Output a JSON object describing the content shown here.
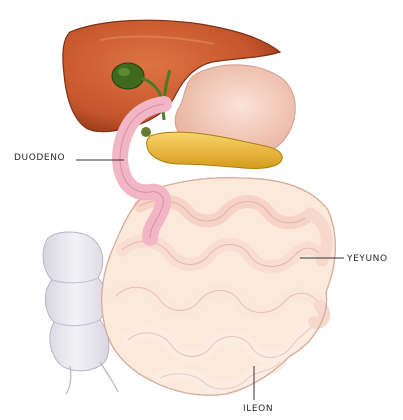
{
  "labels": {
    "duodeno": "DUODENO",
    "yeyuno": "YEYUNO",
    "ileon": "ILEON"
  },
  "colors": {
    "liver": "#c8572e",
    "liver_dark": "#8f3617",
    "gallbladder": "#3f6a1e",
    "stomach": "#f4c7b6",
    "pancreas": "#e8b531",
    "duodenum": "#f2b6c6",
    "jejunum": "#f7dcd2",
    "ileum": "#fbe8d8",
    "colon": "#e8e6ee",
    "leader_line": "#333333"
  }
}
